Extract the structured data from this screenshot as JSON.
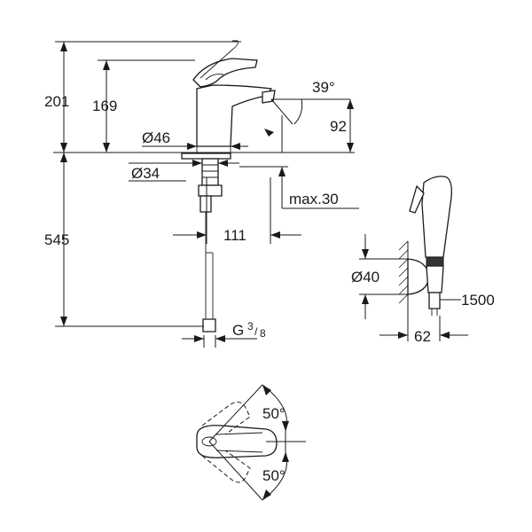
{
  "dimensions": {
    "height_total": "201",
    "height_spout": "169",
    "angle_spout": "39°",
    "height_spout_tip": "92",
    "dia_body": "Ø46",
    "dia_hole": "Ø34",
    "max_thickness": "max.30",
    "reach": "111",
    "hose_length": "545",
    "connection_g": "G",
    "connection_frac_num": "3",
    "connection_frac_den": "8",
    "dia_holder": "Ø40",
    "hose_spray": "1500",
    "holder_depth": "62",
    "handle_angle_up": "50°",
    "handle_angle_down": "50°"
  }
}
